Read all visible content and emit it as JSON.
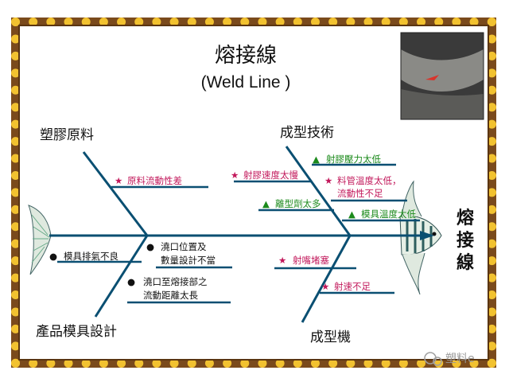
{
  "title": {
    "chinese": "熔接線",
    "english": "(Weld Line )"
  },
  "head_label": [
    "熔",
    "接",
    "線"
  ],
  "categories": {
    "material": "塑膠原料",
    "technique": "成型技術",
    "mold": "產品模具設計",
    "machine": "成型機"
  },
  "causes": {
    "material_flow": "原料流動性差",
    "injection_pressure": "射膠壓力太低",
    "injection_speed": "射膠速度太慢",
    "barrel_temp_1": "料管溫度太低，",
    "barrel_temp_2": "流動性不足",
    "release_agent": "離型劑太多",
    "mold_temp": "模具溫度太低",
    "venting": "模具排氣不良",
    "gate_position_1": "澆口位置及",
    "gate_position_2": "數量設計不當",
    "gate_distance_1": "澆口至熔接部之",
    "gate_distance_2": "流動距離太長",
    "nozzle_blocked": "射嘴堵塞",
    "shot_insufficient": "射速不足"
  },
  "markers": {
    "star": "★",
    "triangle": "▲",
    "dot": "●"
  },
  "watermark": "塑料e"
}
